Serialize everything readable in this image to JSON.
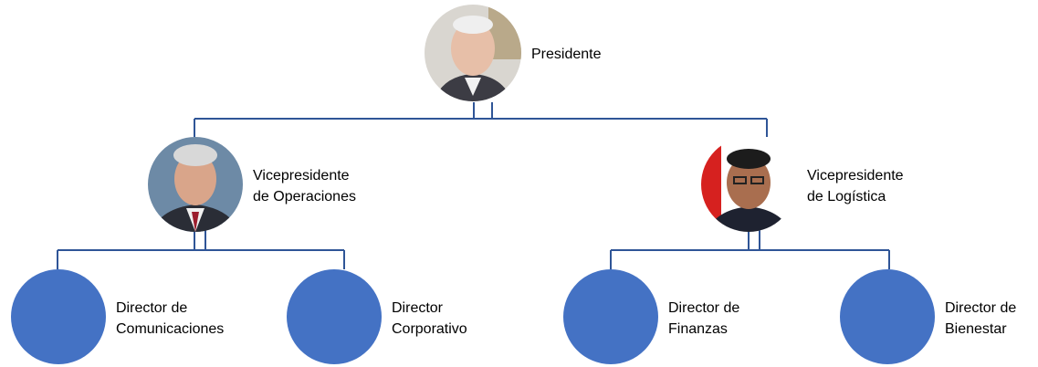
{
  "org_chart": {
    "accent_color": "#4472c4",
    "connector_color": "#2f5597",
    "president": {
      "title": "Presidente",
      "photo": "portrait-photo"
    },
    "vp_operations": {
      "title_line1": "Vicepresidente",
      "title_line2": "de Operaciones",
      "photo": "portrait-photo"
    },
    "vp_logistics": {
      "title_line1": "Vicepresidente",
      "title_line2": "de Logística",
      "photo": "portrait-photo"
    },
    "directors": [
      {
        "line1": "Director de",
        "line2": "Comunicaciones"
      },
      {
        "line1": "Director",
        "line2": "Corporativo"
      },
      {
        "line1": "Director de",
        "line2": "Finanzas"
      },
      {
        "line1": "Director de",
        "line2": "Bienestar"
      }
    ]
  }
}
